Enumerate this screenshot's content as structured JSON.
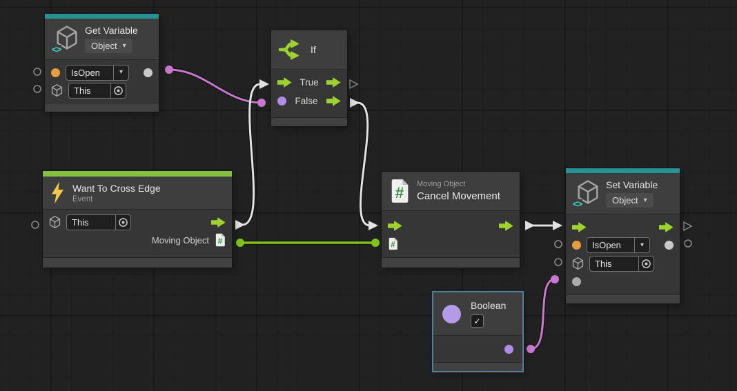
{
  "glyphs": {
    "caret_down": "▾",
    "check": "✓",
    "hash": "#",
    "angle_brackets": "<>"
  },
  "colors": {
    "background": "#212121",
    "teal_bar": "#279292",
    "event_bar": "#84BF3F",
    "wire_purple": "#C878CE",
    "wire_green": "#7FC41B",
    "wire_white": "#E2E2E2",
    "port_green": "#9ED32E",
    "port_orange": "#E69C3D",
    "port_purple": "#AE8CE8",
    "port_white": "#C9C9C9",
    "port_gray": "#ABABAB",
    "hollow_port": "#8A8A8A",
    "boolean_purple": "#B49BE8",
    "bolt_yellow": "#F5C84C",
    "hash_green": "#3B8F3F",
    "selection_blue": "#4E7F9D"
  },
  "nodes": {
    "get_variable": {
      "title": "Get Variable",
      "type_label": "Object",
      "variable_name": "IsOpen",
      "target_value": "This"
    },
    "if_node": {
      "title": "If",
      "true_label": "True",
      "false_label": "False"
    },
    "event": {
      "title": "Want To Cross Edge",
      "subtitle": "Event",
      "target_value": "This",
      "output_label": "Moving Object"
    },
    "cancel_movement": {
      "supertitle": "Moving Object",
      "title": "Cancel Movement"
    },
    "set_variable": {
      "title": "Set Variable",
      "type_label": "Object",
      "variable_name": "IsOpen",
      "target_value": "This"
    },
    "boolean": {
      "title": "Boolean",
      "checked": true
    }
  },
  "connections": [
    {
      "from": "Get Variable : value out",
      "to": "If : condition in",
      "color": "purple"
    },
    {
      "from": "Want To Cross Edge : flow out",
      "to": "If : flow in",
      "color": "white"
    },
    {
      "from": "If : False out",
      "to": "Cancel Movement : flow in",
      "color": "white"
    },
    {
      "from": "Want To Cross Edge : Moving Object",
      "to": "Cancel Movement : value in",
      "color": "green"
    },
    {
      "from": "Cancel Movement : flow out",
      "to": "Set Variable : flow in",
      "color": "white"
    },
    {
      "from": "Boolean : value out",
      "to": "Set Variable : value in",
      "color": "purple"
    }
  ]
}
